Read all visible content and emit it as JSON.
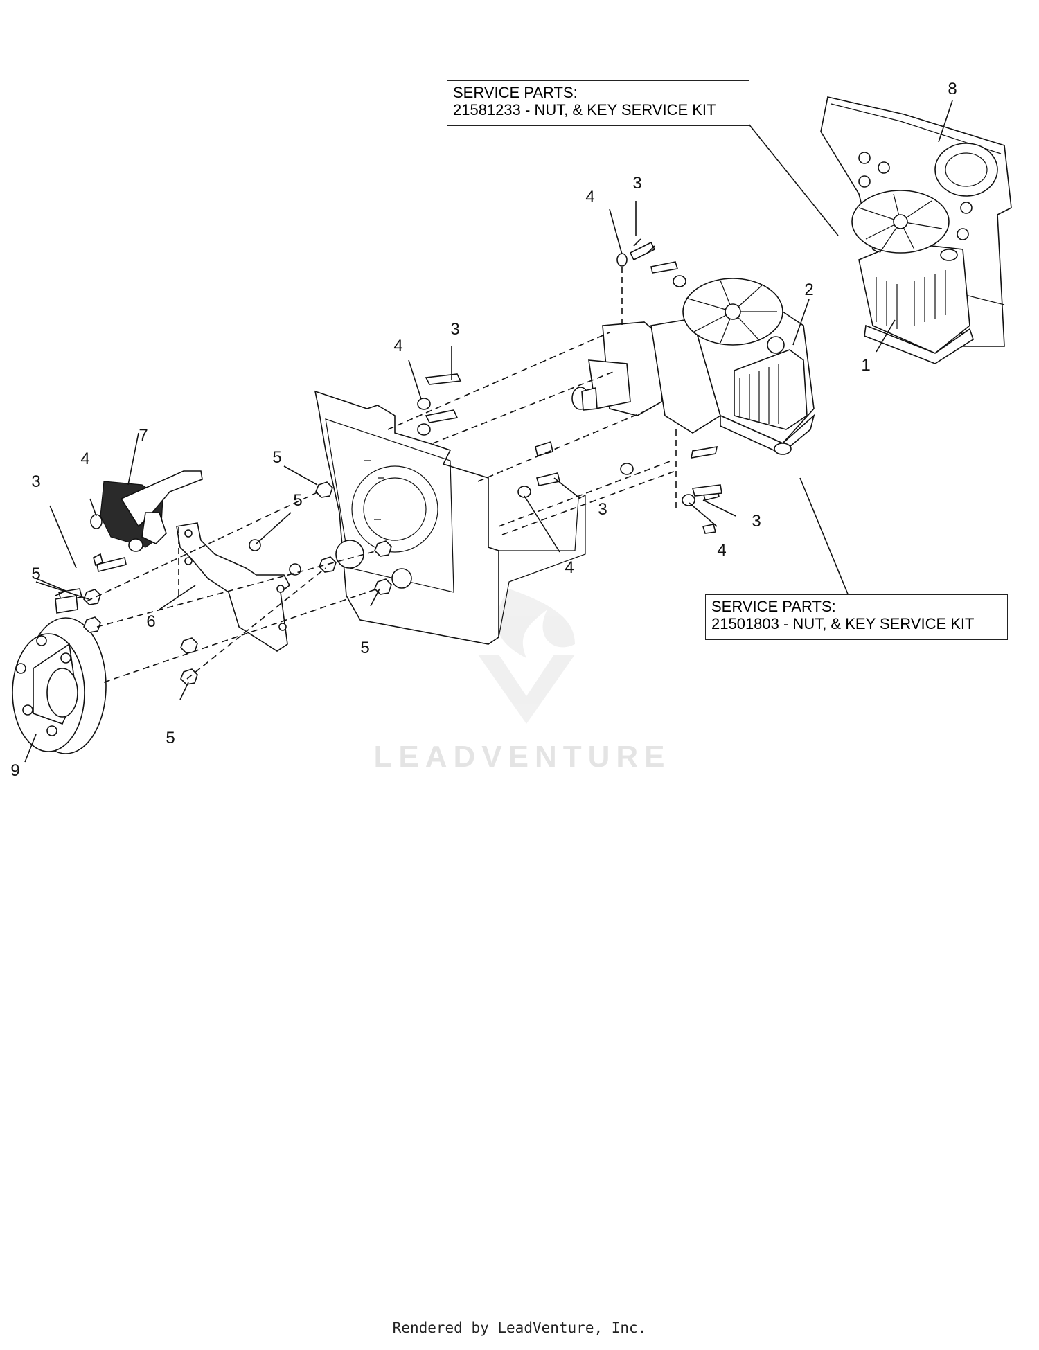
{
  "service_boxes": [
    {
      "title": "SERVICE PARTS:",
      "detail": "21581233 - NUT, & KEY SERVICE KIT"
    },
    {
      "title": "SERVICE PARTS:",
      "detail": "21501803 - NUT, & KEY SERVICE KIT"
    }
  ],
  "callouts": [
    "1",
    "2",
    "3",
    "3",
    "3",
    "3",
    "3",
    "4",
    "4",
    "4",
    "4",
    "4",
    "5",
    "5",
    "5",
    "5",
    "5",
    "6",
    "7",
    "8",
    "9"
  ],
  "watermark": "LEADVENTURE",
  "footer": "Rendered by LeadVenture, Inc."
}
